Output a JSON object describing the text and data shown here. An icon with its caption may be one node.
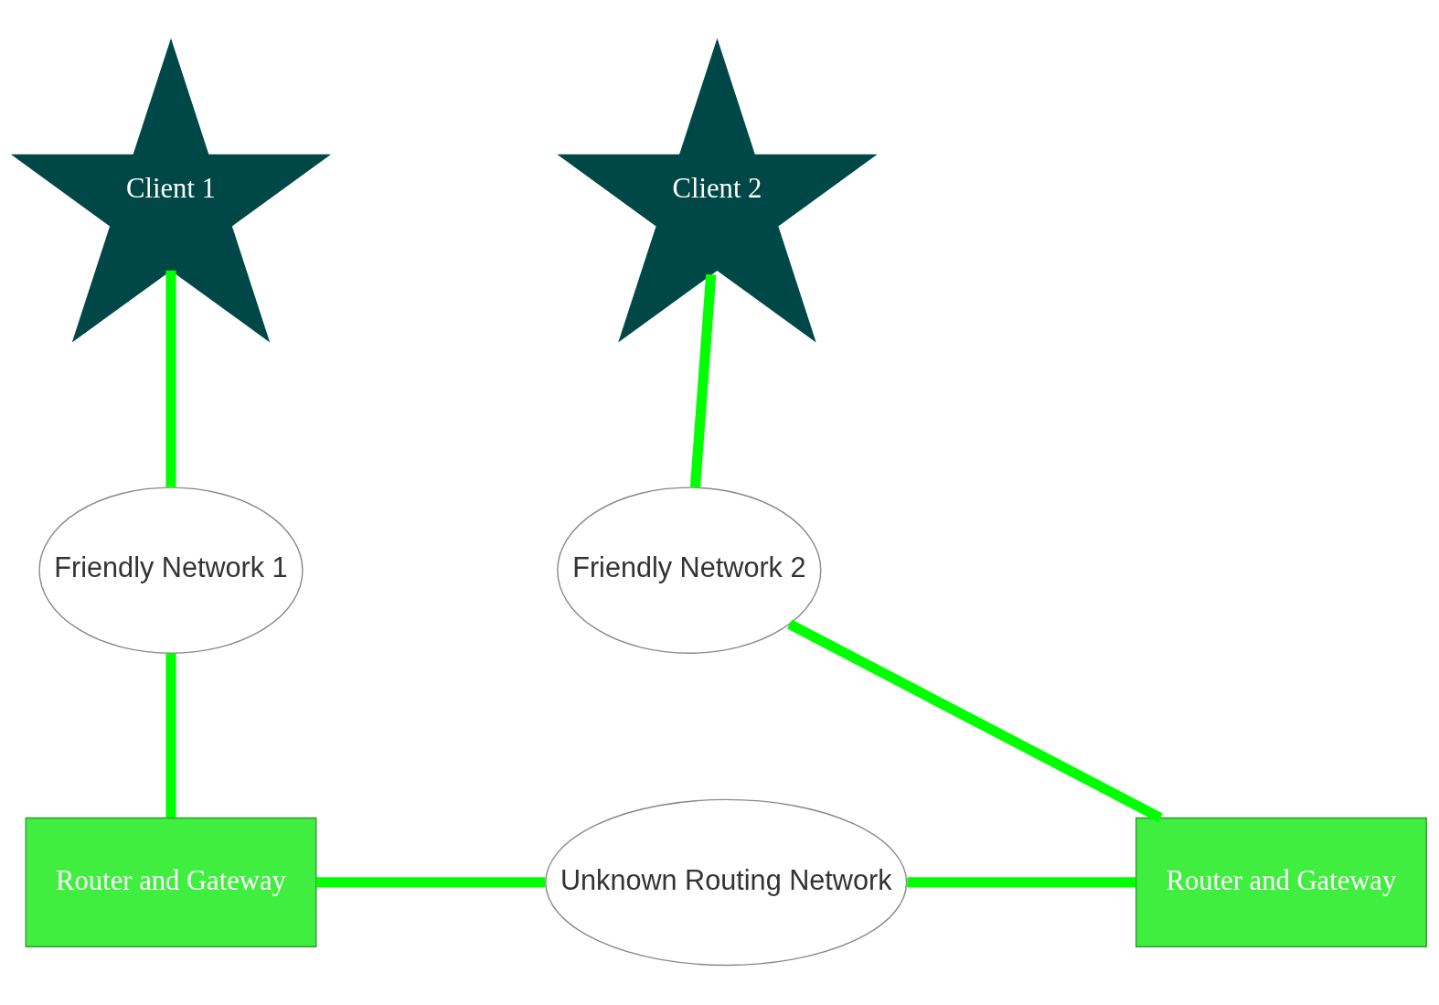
{
  "diagram": {
    "nodes": [
      {
        "text": [
          "Client 1"
        ]
      },
      {
        "text": [
          "Client 2"
        ]
      },
      {
        "text": [
          "Friendly Network 1"
        ]
      },
      {
        "text": [
          "Friendly Network 2"
        ]
      },
      {
        "text": [
          "Router and Gateway"
        ]
      },
      {
        "text": [
          "Unknown Routing Network"
        ]
      },
      {
        "text": [
          "Router and Gateway"
        ]
      }
    ],
    "edges": [
      {
        "from": 0,
        "to": 2,
        "arrow": "none"
      },
      {
        "from": 2,
        "to": 4,
        "arrow": "none"
      },
      {
        "from": 4,
        "to": 5,
        "arrow": "none"
      },
      {
        "from": 5,
        "to": 6,
        "arrow": "none"
      },
      {
        "from": 6,
        "to": 3,
        "arrow": "none"
      },
      {
        "from": 3,
        "to": 1,
        "arrow": "none"
      }
    ]
  }
}
